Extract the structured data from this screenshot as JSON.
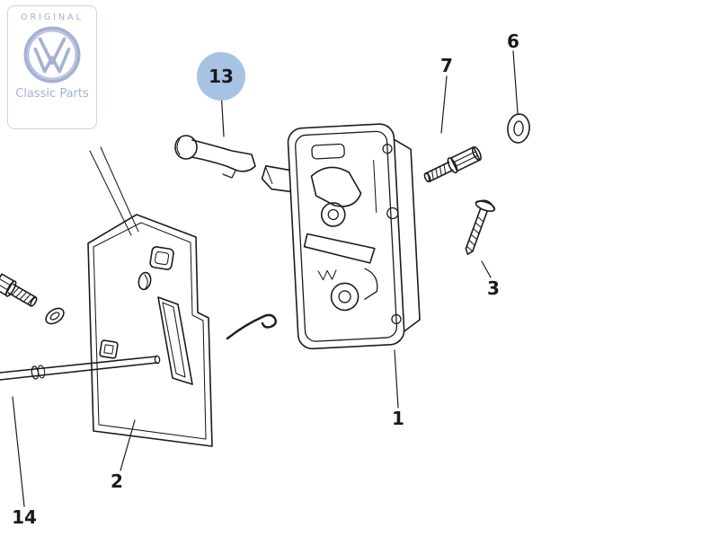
{
  "watermark": {
    "top_text": "ORIGINAL",
    "bottom_text": "Classic Parts",
    "color": "#a5b1d5"
  },
  "diagram": {
    "background": "#ffffff",
    "line_color": "#1c1c1c",
    "highlight_color": "#a7c3e3",
    "parts": [
      {
        "number": "1",
        "highlighted": false
      },
      {
        "number": "2",
        "highlighted": false
      },
      {
        "number": "3",
        "highlighted": false
      },
      {
        "number": "6",
        "highlighted": false
      },
      {
        "number": "7",
        "highlighted": false
      },
      {
        "number": "13",
        "highlighted": true
      },
      {
        "number": "14",
        "highlighted": false
      }
    ]
  }
}
